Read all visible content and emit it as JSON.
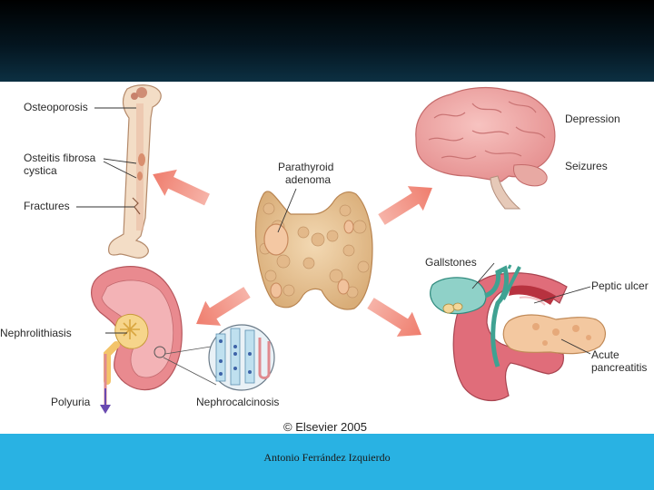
{
  "labels": {
    "osteoporosis": "Osteoporosis",
    "osteitis_line1": "Osteitis fibrosa",
    "osteitis_line2": "cystica",
    "fractures": "Fractures",
    "adenoma_line1": "Parathyroid",
    "adenoma_line2": "adenoma",
    "depression": "Depression",
    "seizures": "Seizures",
    "gallstones": "Gallstones",
    "peptic_ulcer": "Peptic ulcer",
    "acute_line1": "Acute",
    "acute_line2": "pancreatitis",
    "nephrolithiasis": "Nephrolithiasis",
    "polyuria": "Polyuria",
    "nephrocalcinosis": "Nephrocalcinosis"
  },
  "copyright": "© Elsevier 2005",
  "footer": {
    "author": "Antonio Ferrández Izquierdo"
  },
  "colors": {
    "top_band": "#000000",
    "bottom_band": "#29b2e3",
    "arrow": "#f08a7a",
    "gland": "#e9c79a",
    "brain": "#f0a6a6",
    "kidney": "#e98a8f",
    "bone": "#f3ddc6"
  },
  "icons": [
    "bone-illustration",
    "brain-illustration",
    "kidney-illustration",
    "thyroid-illustration",
    "digestive-organs-illustration"
  ]
}
